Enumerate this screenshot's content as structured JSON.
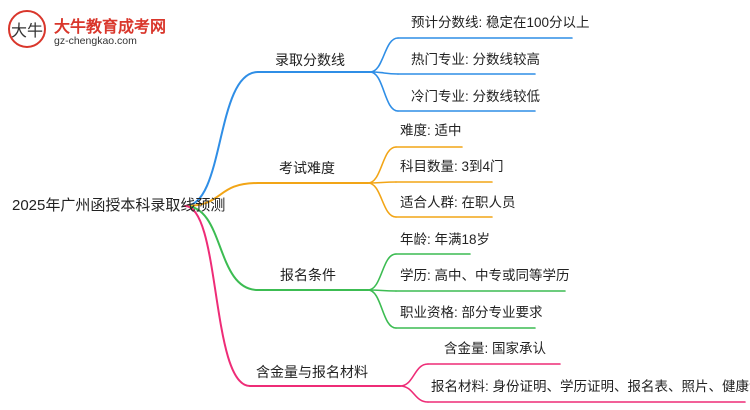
{
  "logo": {
    "mark_text": "大牛",
    "title": "大牛教育成考网",
    "url": "gz-chengkao.com"
  },
  "mindmap": {
    "root": "2025年广州函授本科录取线预测",
    "branches": [
      {
        "label": "录取分数线",
        "color": "#2f8ee6",
        "leaves": [
          "预计分数线: 稳定在100分以上",
          "热门专业: 分数线较高",
          "冷门专业: 分数线较低"
        ]
      },
      {
        "label": "考试难度",
        "color": "#f2a516",
        "leaves": [
          "难度: 适中",
          "科目数量: 3到4门",
          "适合人群: 在职人员"
        ]
      },
      {
        "label": "报名条件",
        "color": "#3cbc52",
        "leaves": [
          "年龄: 年满18岁",
          "学历: 高中、中专或同等学历",
          "职业资格: 部分专业要求"
        ]
      },
      {
        "label": "含金量与报名材料",
        "color": "#ee2c77",
        "leaves": [
          "含金量: 国家承认",
          "报名材料: 身份证明、学历证明、报名表、照片、健康证明"
        ]
      }
    ]
  }
}
